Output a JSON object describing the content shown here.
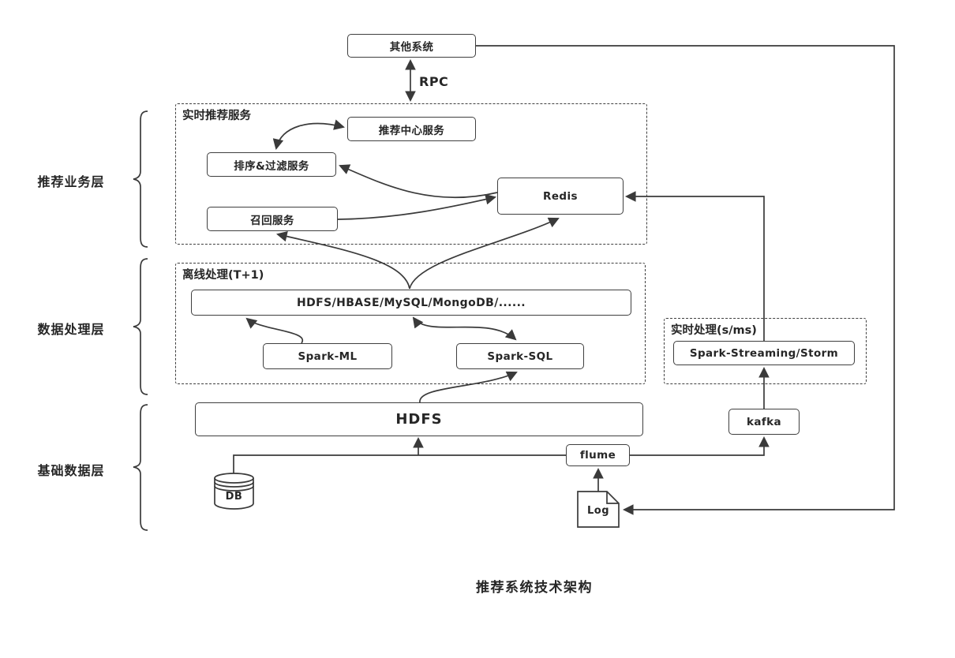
{
  "title": "推荐系统技术架构",
  "colors": {
    "stroke": "#3a3a3a",
    "text": "#262626",
    "background": "#ffffff"
  },
  "layers": {
    "business": {
      "label": "推荐业务层"
    },
    "processing": {
      "label": "数据处理层"
    },
    "base": {
      "label": "基础数据层"
    }
  },
  "groups": {
    "realtime_service": {
      "label": "实时推荐服务"
    },
    "offline": {
      "label": "离线处理(T+1)"
    },
    "realtime_proc": {
      "label": "实时处理(s/ms)"
    }
  },
  "nodes": {
    "other_system": "其他系统",
    "rec_center": "推荐中心服务",
    "sort_filter": "排序&过滤服务",
    "recall": "召回服务",
    "redis": "Redis",
    "storage": "HDFS/HBASE/MySQL/MongoDB/......",
    "spark_ml": "Spark-ML",
    "spark_sql": "Spark-SQL",
    "spark_streaming": "Spark-Streaming/Storm",
    "hdfs": "HDFS",
    "kafka": "kafka",
    "flume": "flume",
    "db": "DB",
    "log": "Log"
  },
  "edge_labels": {
    "rpc": "RPC"
  }
}
